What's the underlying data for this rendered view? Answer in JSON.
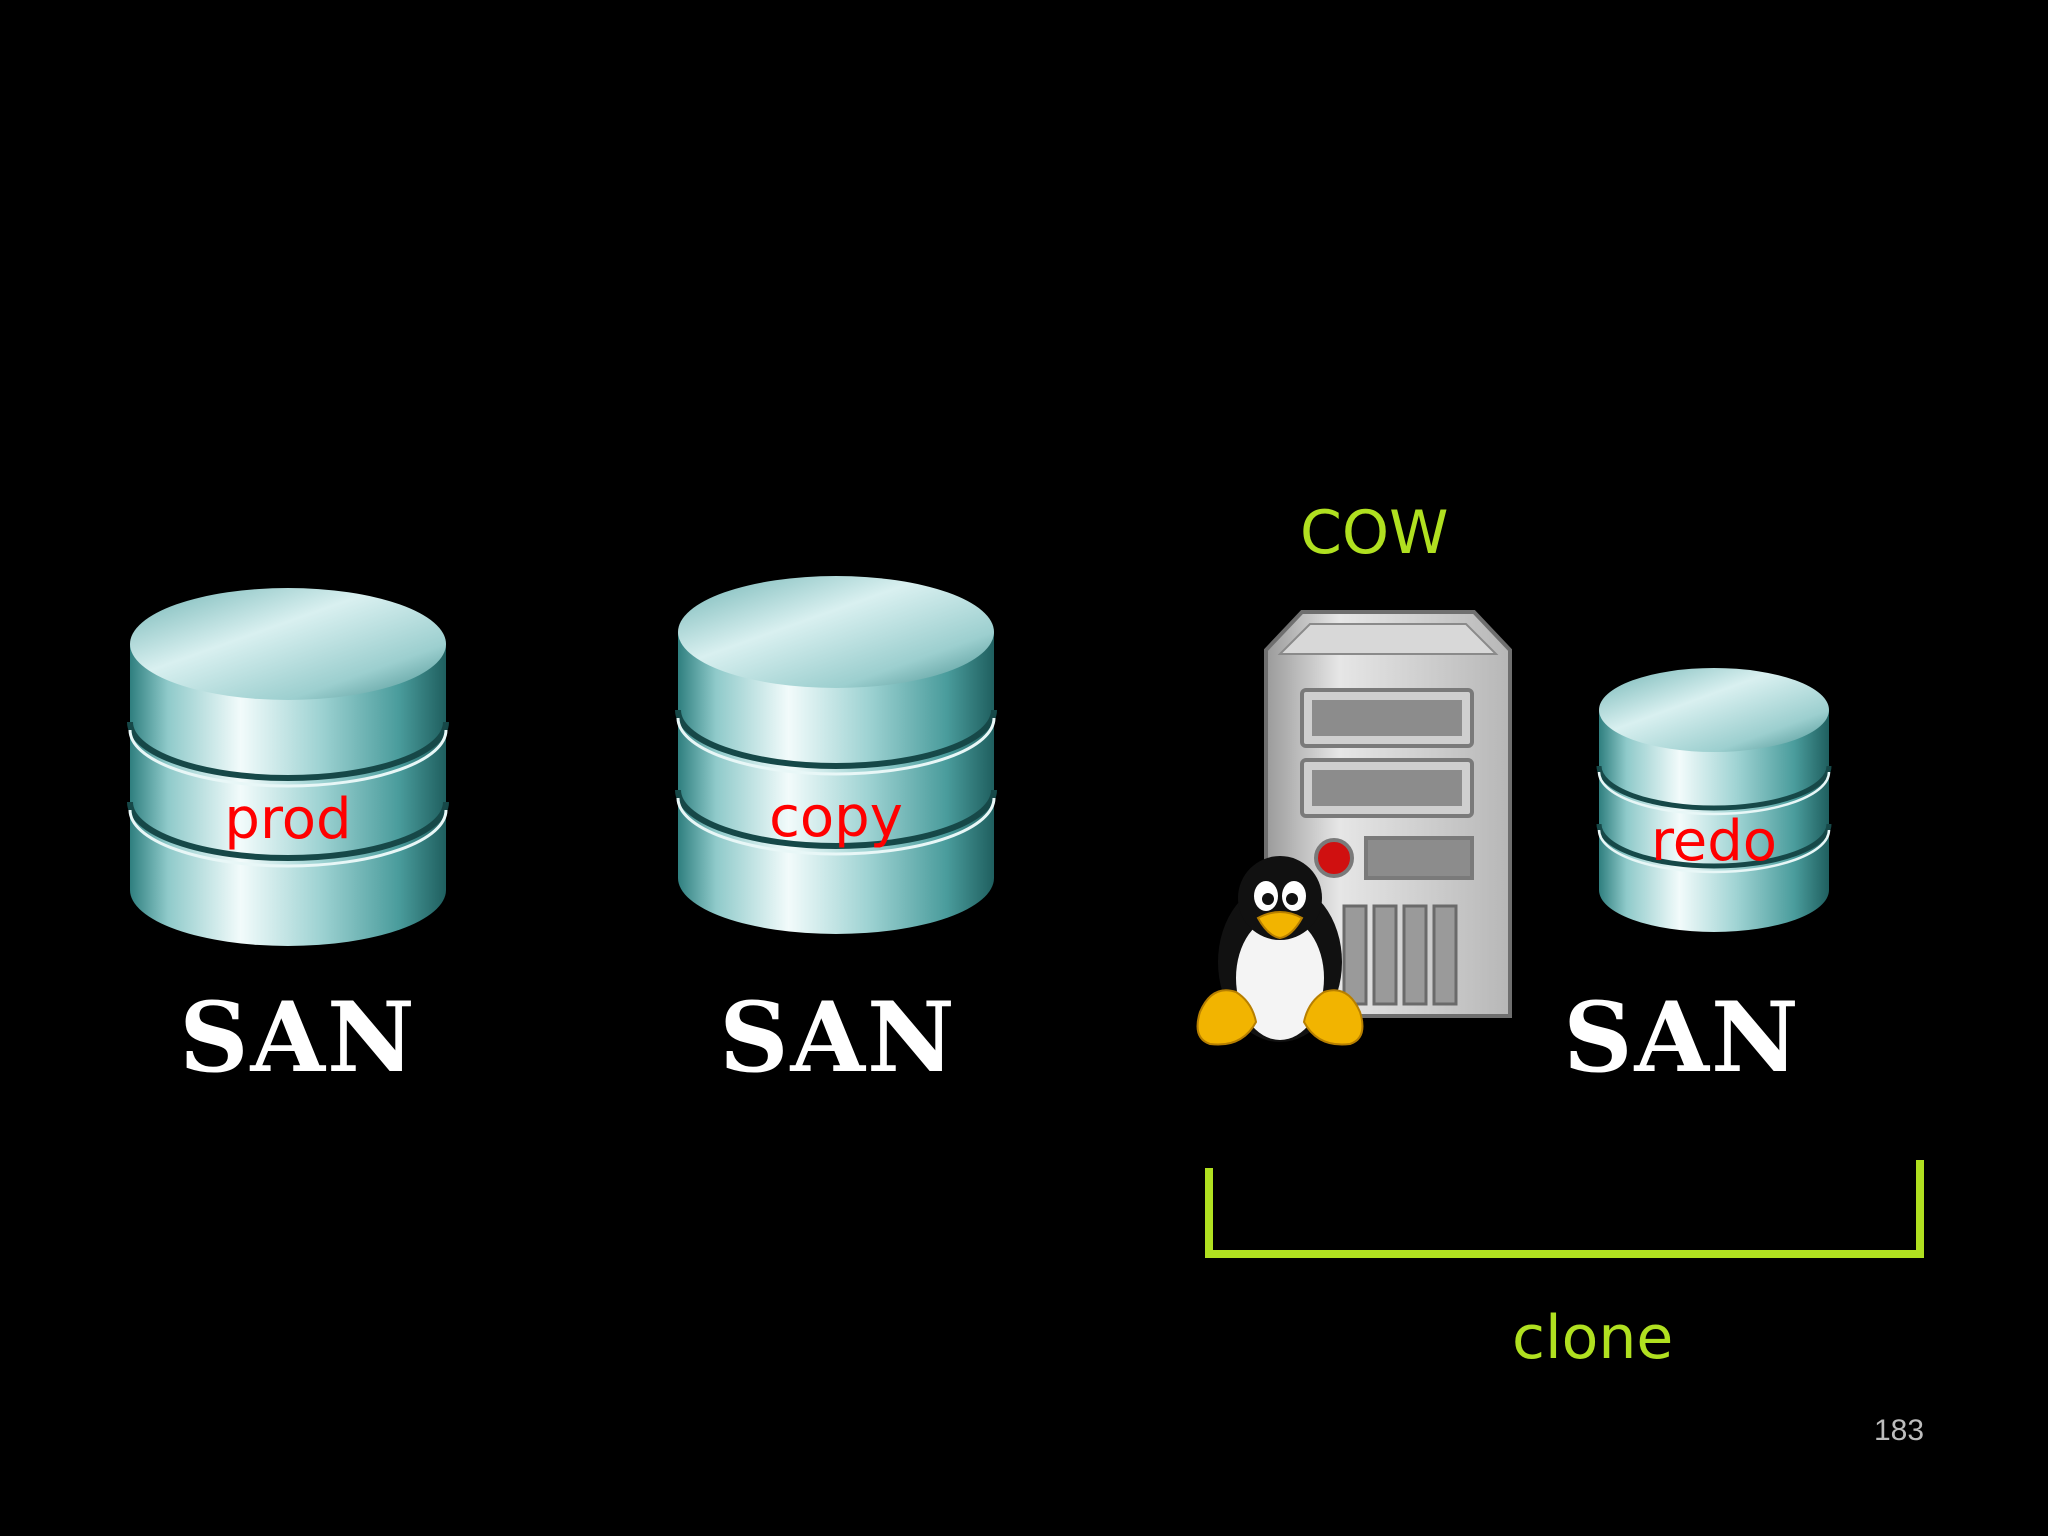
{
  "diagram": {
    "storages": [
      {
        "disk_label": "prod",
        "caption": "SAN"
      },
      {
        "disk_label": "copy",
        "caption": "SAN"
      },
      {
        "disk_label": "redo",
        "caption": "SAN"
      }
    ],
    "server": {
      "label": "COW",
      "icons": [
        "server-tower-icon",
        "linux-penguin-icon"
      ]
    },
    "bracket_label": "clone",
    "colors": {
      "disk_label": "#ff0000",
      "accent": "#b0e020",
      "caption": "#ffffff",
      "background": "#000000"
    }
  },
  "slide": {
    "page_number": "183"
  }
}
